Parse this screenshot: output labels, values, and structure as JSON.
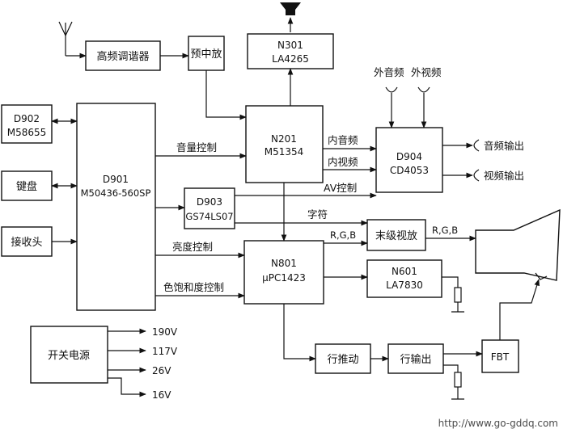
{
  "blocks": {
    "rf_tuner": "高频调谐器",
    "pre_if": "预中放",
    "n301_name": "N301",
    "n301_part": "LA4265",
    "d902_name": "D902",
    "d902_part": "M58655",
    "d901_name": "D901",
    "d901_part": "M50436-560SP",
    "keyboard": "键盘",
    "receiver": "接收头",
    "n201_name": "N201",
    "n201_part": "M51354",
    "d903_name": "D903",
    "d903_part": "GS74LS07",
    "d904_name": "D904",
    "d904_part": "CD4053",
    "n801_name": "N801",
    "n801_part": "μPC1423",
    "final_video": "末级视放",
    "n601_name": "N601",
    "n601_part": "LA7830",
    "power": "开关电源",
    "h_drive": "行推动",
    "h_output": "行输出",
    "fbt": "FBT"
  },
  "signals": {
    "volume_control": "音量控制",
    "internal_audio": "内音频",
    "internal_video": "内视频",
    "av_control": "AV控制",
    "characters": "字符",
    "brightness_control": "亮度控制",
    "saturation_control": "色饱和度控制",
    "rgb_in": "R,G,B",
    "rgb_out": "R,G,B",
    "ext_audio": "外音频",
    "ext_video": "外视频",
    "audio_out": "音频输出",
    "video_out": "视频输出"
  },
  "power_rails": [
    "190V",
    "117V",
    "26V",
    "16V"
  ],
  "watermark": "http://www.go-gddq.com"
}
